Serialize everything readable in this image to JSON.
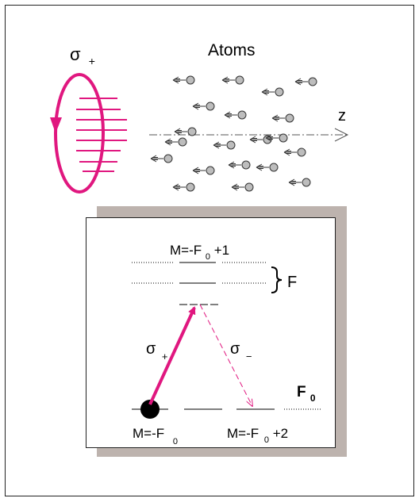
{
  "colors": {
    "beam": "#e0177f",
    "frame": "#222222",
    "shadow": "#bdb3ae",
    "atom_fill": "#bdbdbd",
    "level": "#000000"
  },
  "beam": {
    "polarization_symbol": "σ",
    "polarization_sub": "+"
  },
  "atoms": {
    "title": "Atoms",
    "axis_label": "z",
    "count": 20
  },
  "levels": {
    "upper_top_label_prefix": "M=-F",
    "upper_top_label_sub": "0",
    "upper_top_label_suffix": "+1",
    "manifold_label": "F",
    "ground_label": "F",
    "ground_label_sub": "0",
    "ground_left_label_prefix": "M=-F",
    "ground_left_label_sub": "0",
    "ground_right_label_prefix": "M=-F",
    "ground_right_label_sub": "0",
    "ground_right_label_suffix": "+2"
  },
  "transitions": {
    "absorption_symbol": "σ",
    "absorption_sub": "+",
    "emission_symbol": "σ",
    "emission_sub": "−"
  }
}
